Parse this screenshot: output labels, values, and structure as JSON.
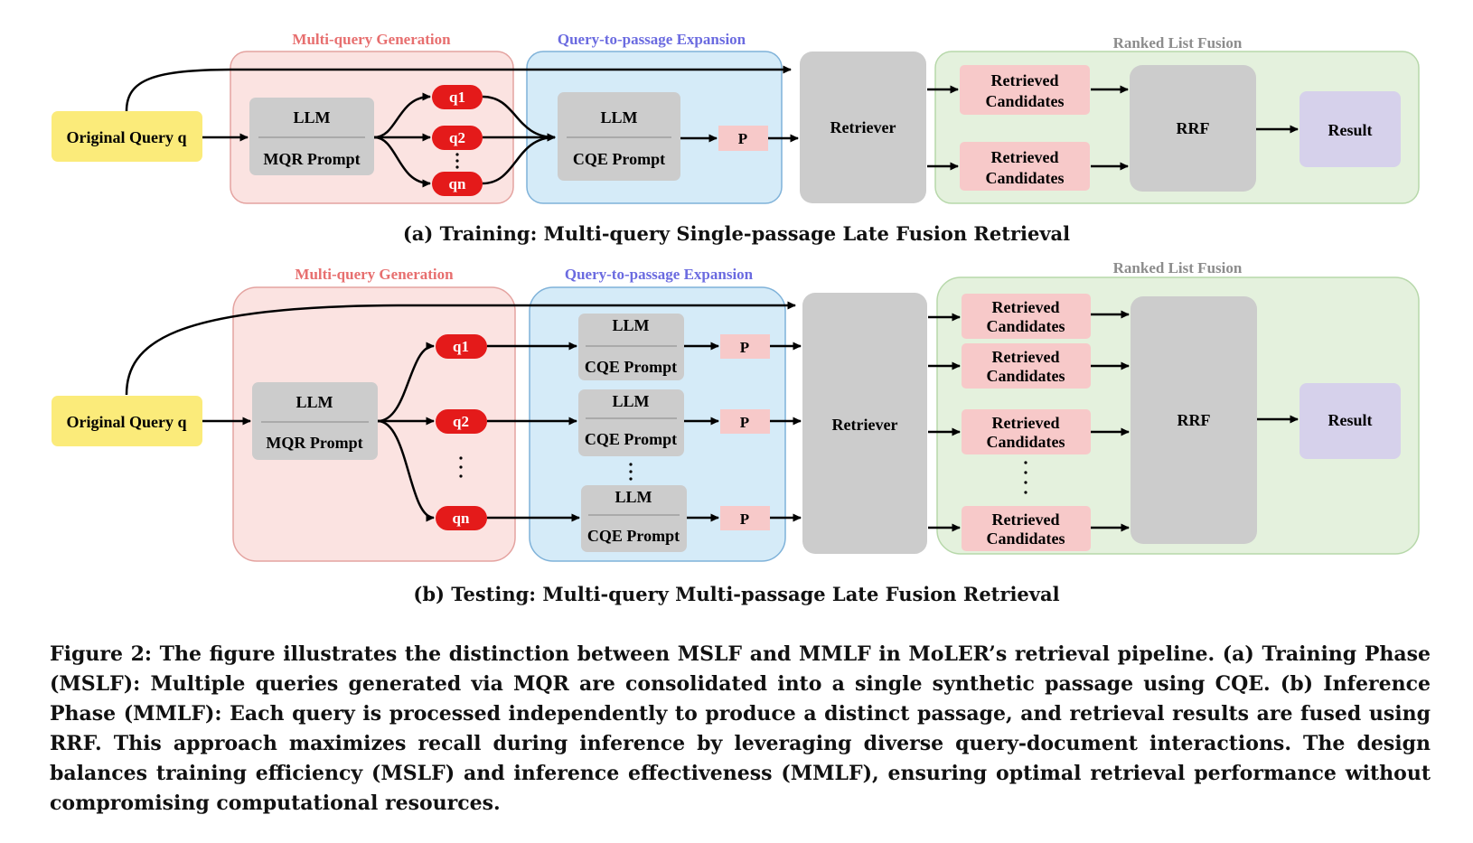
{
  "diagram_a": {
    "sections": {
      "mqg": "Multi-query Generation",
      "qpe": "Query-to-passage Expansion",
      "rlf": "Ranked List Fusion"
    },
    "original_query": "Original Query q",
    "llm": "LLM",
    "mqr_prompt": "MQR Prompt",
    "queries": [
      "q1",
      "q2",
      "qn"
    ],
    "cqe_prompt": "CQE Prompt",
    "passage": "P",
    "retriever": "Retriever",
    "candidates": [
      "Retrieved",
      "Candidates"
    ],
    "rrf": "RRF",
    "result": "Result",
    "caption": "(a) Training: Multi-query Single-passage Late Fusion Retrieval"
  },
  "diagram_b": {
    "sections": {
      "mqg": "Multi-query Generation",
      "qpe": "Query-to-passage Expansion",
      "rlf": "Ranked List Fusion"
    },
    "original_query": "Original Query q",
    "llm": "LLM",
    "mqr_prompt": "MQR Prompt",
    "queries": [
      "q1",
      "q2",
      "qn"
    ],
    "cqe_prompt": "CQE Prompt",
    "passage": "P",
    "retriever": "Retriever",
    "candidates": [
      "Retrieved",
      "Candidates"
    ],
    "rrf": "RRF",
    "result": "Result",
    "caption": "(b) Testing: Multi-query Multi-passage Late Fusion Retrieval"
  },
  "figure_caption": "Figure 2: The figure illustrates the distinction between MSLF and MMLF in MoLER’s retrieval pipeline. (a) Training Phase (MSLF): Multiple queries generated via MQR are consolidated into a single synthetic passage using CQE. (b) Inference Phase (MMLF): Each query is processed independently to produce a distinct passage, and retrieval results are fused using RRF. This approach maximizes recall during inference by leveraging diverse query-document interactions. The design balances training efficiency (MSLF) and inference effectiveness (MMLF), ensuring optimal retrieval performance without compromising computational resources.",
  "colors": {
    "mqg_bg": "#fbe3e1",
    "mqg_border": "#e4a3a0",
    "mqg_title": "#e76f6f",
    "qpe_bg": "#d5ebf8",
    "qpe_border": "#7fb2d9",
    "qpe_title": "#6b6be0",
    "rlf_bg": "#e4f1dd",
    "rlf_border": "#b7d8aa",
    "rlf_title": "#8c8c8c",
    "query_box": "#fbeb7a",
    "gray_box": "#cccccc",
    "pink_box": "#f7c9c9",
    "query_pill": "#e41a1a",
    "result_box": "#d6d1eb"
  }
}
